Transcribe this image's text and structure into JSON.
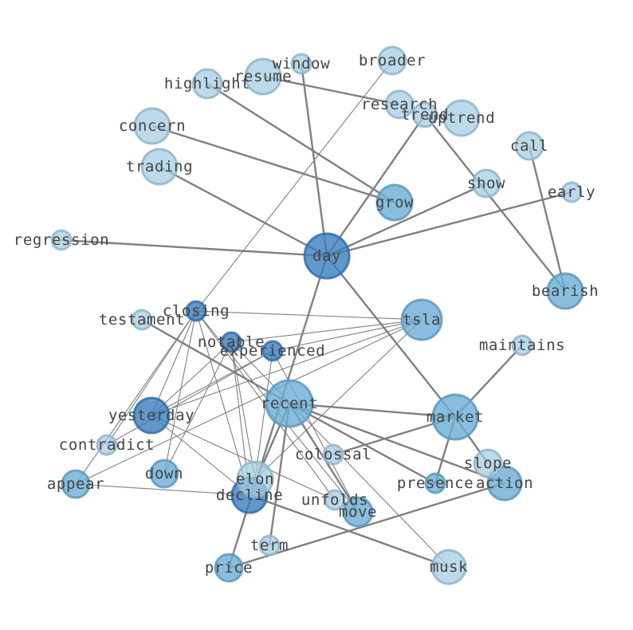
{
  "graph": {
    "colors": {
      "light": "#a6cee3",
      "mid": "#6baed6",
      "dark": "#3a7ebf",
      "edge": "#808080",
      "label": "#444444"
    },
    "nodes": [
      {
        "id": "day",
        "label": "day",
        "tone": "dark"
      },
      {
        "id": "recent",
        "label": "recent",
        "tone": "mid"
      },
      {
        "id": "market",
        "label": "market",
        "tone": "mid"
      },
      {
        "id": "tsla",
        "label": "tsla",
        "tone": "mid"
      },
      {
        "id": "yesterday",
        "label": "yesterday",
        "tone": "dark"
      },
      {
        "id": "decline",
        "label": "decline",
        "tone": "dark"
      },
      {
        "id": "grow",
        "label": "grow",
        "tone": "mid"
      },
      {
        "id": "bearish",
        "label": "bearish",
        "tone": "mid"
      },
      {
        "id": "action",
        "label": "action",
        "tone": "mid"
      },
      {
        "id": "move",
        "label": "move",
        "tone": "mid"
      },
      {
        "id": "down",
        "label": "down",
        "tone": "mid"
      },
      {
        "id": "appear",
        "label": "appear",
        "tone": "mid"
      },
      {
        "id": "price",
        "label": "price",
        "tone": "mid"
      },
      {
        "id": "closing",
        "label": "closing",
        "tone": "dark"
      },
      {
        "id": "notable",
        "label": "notable",
        "tone": "dark"
      },
      {
        "id": "experienced",
        "label": "experienced",
        "tone": "dark"
      },
      {
        "id": "presence",
        "label": "presence",
        "tone": "mid"
      },
      {
        "id": "musk",
        "label": "musk",
        "tone": "light"
      },
      {
        "id": "elon",
        "label": "elon",
        "tone": "light"
      },
      {
        "id": "trading",
        "label": "trading",
        "tone": "light"
      },
      {
        "id": "concern",
        "label": "concern",
        "tone": "light"
      },
      {
        "id": "uptrend",
        "label": "uptrend",
        "tone": "light"
      },
      {
        "id": "resume",
        "label": "resume",
        "tone": "light"
      },
      {
        "id": "highlight",
        "label": "highlight",
        "tone": "light"
      },
      {
        "id": "research",
        "label": "research",
        "tone": "light"
      },
      {
        "id": "trend",
        "label": "trend",
        "tone": "light"
      },
      {
        "id": "broader",
        "label": "broader",
        "tone": "light"
      },
      {
        "id": "call",
        "label": "call",
        "tone": "light"
      },
      {
        "id": "show",
        "label": "show",
        "tone": "light"
      },
      {
        "id": "slope",
        "label": "slope",
        "tone": "light"
      },
      {
        "id": "window",
        "label": "window",
        "tone": "light"
      },
      {
        "id": "early",
        "label": "early",
        "tone": "light"
      },
      {
        "id": "regression",
        "label": "regression",
        "tone": "light"
      },
      {
        "id": "testament",
        "label": "testament",
        "tone": "light"
      },
      {
        "id": "maintains",
        "label": "maintains",
        "tone": "light"
      },
      {
        "id": "colossal",
        "label": "colossal",
        "tone": "light"
      },
      {
        "id": "contradict",
        "label": "contradict",
        "tone": "light"
      },
      {
        "id": "unfolds",
        "label": "unfolds",
        "tone": "light"
      },
      {
        "id": "term",
        "label": "term",
        "tone": "light"
      }
    ],
    "edges": [
      {
        "source": "day",
        "target": "trading",
        "weight": "strong"
      },
      {
        "source": "day",
        "target": "regression",
        "weight": "strong"
      },
      {
        "source": "day",
        "target": "window",
        "weight": "strong"
      },
      {
        "source": "day",
        "target": "trend",
        "weight": "strong"
      },
      {
        "source": "day",
        "target": "show",
        "weight": "strong"
      },
      {
        "source": "day",
        "target": "early",
        "weight": "strong"
      },
      {
        "source": "day",
        "target": "market",
        "weight": "strong"
      },
      {
        "source": "day",
        "target": "price",
        "weight": "strong"
      },
      {
        "source": "highlight",
        "target": "grow",
        "weight": "strong"
      },
      {
        "source": "concern",
        "target": "grow",
        "weight": "strong"
      },
      {
        "source": "resume",
        "target": "research",
        "weight": "strong"
      },
      {
        "source": "trend",
        "target": "bearish",
        "weight": "strong"
      },
      {
        "source": "call",
        "target": "bearish",
        "weight": "strong"
      },
      {
        "source": "recent",
        "target": "market",
        "weight": "strong"
      },
      {
        "source": "recent",
        "target": "testament",
        "weight": "strong"
      },
      {
        "source": "recent",
        "target": "presence",
        "weight": "strong"
      },
      {
        "source": "recent",
        "target": "action",
        "weight": "strong"
      },
      {
        "source": "recent",
        "target": "move",
        "weight": "strong"
      },
      {
        "source": "recent",
        "target": "decline",
        "weight": "strong"
      },
      {
        "source": "recent",
        "target": "term",
        "weight": "strong"
      },
      {
        "source": "market",
        "target": "maintains",
        "weight": "strong"
      },
      {
        "source": "market",
        "target": "presence",
        "weight": "strong"
      },
      {
        "source": "market",
        "target": "slope",
        "weight": "strong"
      },
      {
        "source": "market",
        "target": "colossal",
        "weight": "strong"
      },
      {
        "source": "action",
        "target": "price",
        "weight": "strong"
      },
      {
        "source": "decline",
        "target": "musk",
        "weight": "strong"
      },
      {
        "source": "closing",
        "target": "broader",
        "weight": "thin"
      },
      {
        "source": "closing",
        "target": "tsla",
        "weight": "thin"
      },
      {
        "source": "closing",
        "target": "yesterday",
        "weight": "thin"
      },
      {
        "source": "closing",
        "target": "down",
        "weight": "thin"
      },
      {
        "source": "closing",
        "target": "appear",
        "weight": "thin"
      },
      {
        "source": "closing",
        "target": "contradict",
        "weight": "thin"
      },
      {
        "source": "closing",
        "target": "decline",
        "weight": "thin"
      },
      {
        "source": "closing",
        "target": "move",
        "weight": "thin"
      },
      {
        "source": "closing",
        "target": "unfolds",
        "weight": "thin"
      },
      {
        "source": "notable",
        "target": "tsla",
        "weight": "thin"
      },
      {
        "source": "notable",
        "target": "yesterday",
        "weight": "thin"
      },
      {
        "source": "notable",
        "target": "down",
        "weight": "thin"
      },
      {
        "source": "notable",
        "target": "decline",
        "weight": "thin"
      },
      {
        "source": "notable",
        "target": "musk",
        "weight": "thin"
      },
      {
        "source": "notable",
        "target": "elon",
        "weight": "thin"
      },
      {
        "source": "experienced",
        "target": "tsla",
        "weight": "thin"
      },
      {
        "source": "experienced",
        "target": "yesterday",
        "weight": "thin"
      },
      {
        "source": "experienced",
        "target": "contradict",
        "weight": "thin"
      },
      {
        "source": "experienced",
        "target": "elon",
        "weight": "thin"
      },
      {
        "source": "experienced",
        "target": "move",
        "weight": "thin"
      },
      {
        "source": "yesterday",
        "target": "tsla",
        "weight": "thin"
      },
      {
        "source": "yesterday",
        "target": "decline",
        "weight": "thin"
      },
      {
        "source": "yesterday",
        "target": "unfolds",
        "weight": "thin"
      },
      {
        "source": "tsla",
        "target": "appear",
        "weight": "thin"
      },
      {
        "source": "tsla",
        "target": "elon",
        "weight": "thin"
      },
      {
        "source": "appear",
        "target": "decline",
        "weight": "thin"
      }
    ]
  }
}
